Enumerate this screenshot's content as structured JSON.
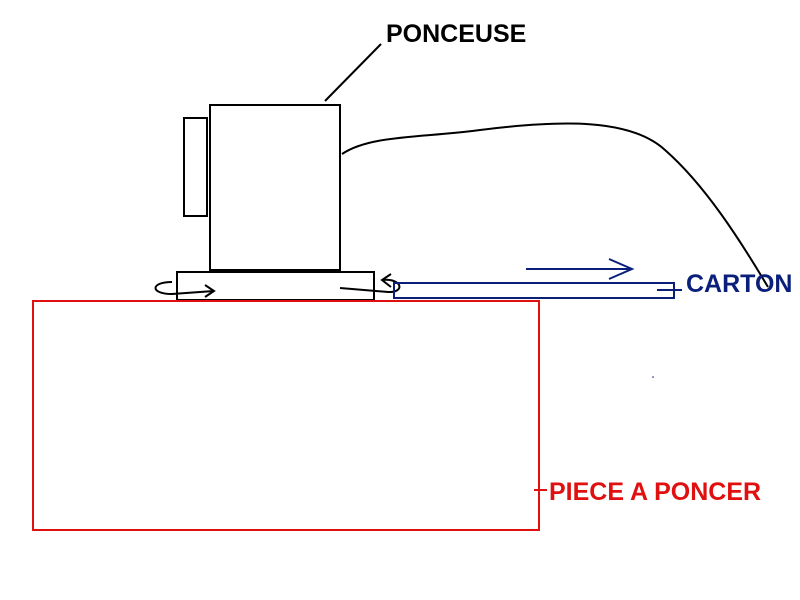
{
  "labels": {
    "sander": "PONCEUSE",
    "cardboard": "CARTON",
    "workpiece": "PIECE A PONCER"
  },
  "colors": {
    "sander": "#000000",
    "cardboard": "#0a1f7a",
    "workpiece": "#e01010",
    "background": "#ffffff"
  }
}
